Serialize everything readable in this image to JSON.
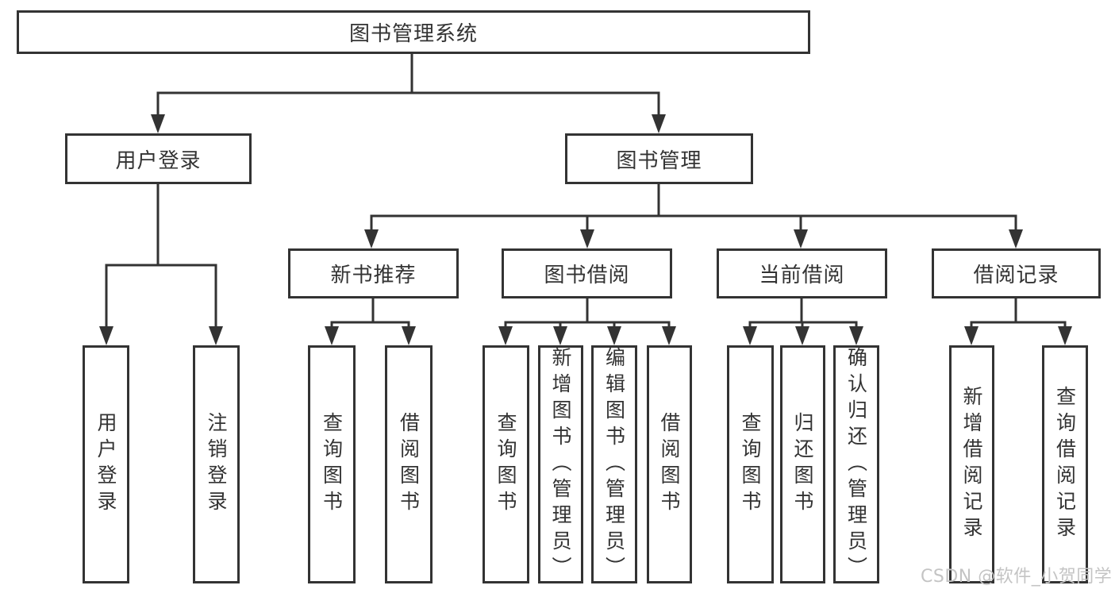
{
  "diagram": {
    "colors": {
      "line": "#333333",
      "text": "#333333",
      "watermark_gray": "#c4c4c4",
      "background": "#ffffff"
    },
    "tree": {
      "root": "图书管理系统",
      "branches": [
        {
          "label": "用户登录",
          "children": [
            {
              "label": "用户登录"
            },
            {
              "label": "注销登录"
            }
          ]
        },
        {
          "label": "图书管理",
          "children": [
            {
              "label": "新书推荐",
              "children": [
                {
                  "label": "查询图书"
                },
                {
                  "label": "借阅图书"
                }
              ]
            },
            {
              "label": "图书借阅",
              "children": [
                {
                  "label": "查询图书"
                },
                {
                  "label": "新增图书（管理员）"
                },
                {
                  "label": "编辑图书（管理员）"
                },
                {
                  "label": "借阅图书"
                }
              ]
            },
            {
              "label": "当前借阅",
              "children": [
                {
                  "label": "查询图书"
                },
                {
                  "label": "归还图书"
                },
                {
                  "label": "确认归还（管理员）"
                }
              ]
            },
            {
              "label": "借阅记录",
              "children": [
                {
                  "label": "新增借阅记录"
                },
                {
                  "label": "查询借阅记录"
                }
              ]
            }
          ]
        }
      ]
    }
  },
  "watermark": {
    "text": "CSDN @软件_小贺同学"
  }
}
